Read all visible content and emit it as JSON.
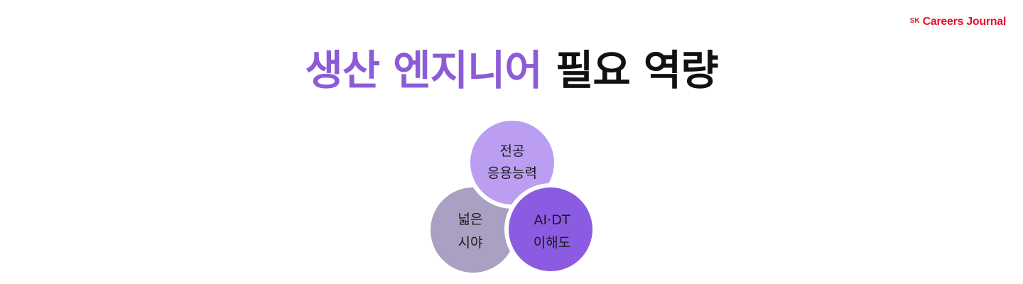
{
  "brand": {
    "prefix": "SK",
    "name": "Careers Journal",
    "color": "#e8102a"
  },
  "title": {
    "accent": "생산 엔지니어",
    "rest": "필요 역량",
    "accent_color": "#8b5cd6",
    "rest_color": "#111111"
  },
  "circles": [
    {
      "name": "major",
      "lines": [
        "전공",
        "응용능력"
      ],
      "color": "#bb9ef2"
    },
    {
      "name": "vision",
      "lines": [
        "넓은",
        "시야"
      ],
      "color": "#a9a0c2"
    },
    {
      "name": "aidt",
      "lines": [
        "AI·DT",
        "이해도"
      ],
      "color": "#8b5ce2"
    }
  ]
}
